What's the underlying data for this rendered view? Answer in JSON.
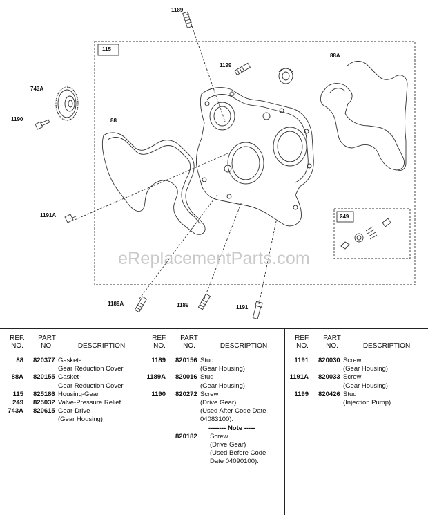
{
  "callouts": {
    "c1189_top": "1189",
    "c115": "115",
    "c1199": "1199",
    "c88A": "88A",
    "c743A": "743A",
    "c1190": "1190",
    "c88": "88",
    "c1191A": "1191A",
    "c249": "249",
    "c1189A": "1189A",
    "c1189_bottom": "1189",
    "c1191": "1191"
  },
  "watermark": "eReplacementParts.com",
  "table": {
    "headers": {
      "ref": [
        "REF.",
        "NO."
      ],
      "part": [
        "PART",
        "NO."
      ],
      "desc": "DESCRIPTION"
    },
    "columns": [
      {
        "rows": [
          {
            "ref": "88",
            "part": "820377",
            "desc": [
              "Gasket-",
              "Gear Reduction Cover"
            ]
          },
          {
            "ref": "88A",
            "part": "820155",
            "desc": [
              "Gasket-",
              "Gear Reduction Cover"
            ]
          },
          {
            "ref": "115",
            "part": "825186",
            "desc": [
              "Housing-Gear"
            ]
          },
          {
            "ref": "249",
            "part": "825032",
            "desc": [
              "Valve-Pressure Relief"
            ]
          },
          {
            "ref": "743A",
            "part": "820615",
            "desc": [
              "Gear-Drive",
              "(Gear Housing)"
            ]
          }
        ]
      },
      {
        "rows": [
          {
            "ref": "1189",
            "part": "820156",
            "desc": [
              "Stud",
              "(Gear Housing)"
            ]
          },
          {
            "ref": "1189A",
            "part": "820016",
            "desc": [
              "Stud",
              "(Gear Housing)"
            ]
          },
          {
            "ref": "1190",
            "part": "820272",
            "desc": [
              "Screw",
              "(Drive Gear)",
              "(Used After Code Date",
              "04083100)."
            ]
          }
        ],
        "note": "-------- Note -----",
        "note_row": {
          "part": "820182",
          "desc": [
            "Screw",
            "(Drive Gear)",
            "(Used Before Code",
            "Date 04090100)."
          ]
        }
      },
      {
        "rows": [
          {
            "ref": "1191",
            "part": "820030",
            "desc": [
              "Screw",
              "(Gear Housing)"
            ]
          },
          {
            "ref": "1191A",
            "part": "820033",
            "desc": [
              "Screw",
              "(Gear Housing)"
            ]
          },
          {
            "ref": "1199",
            "part": "820426",
            "desc": [
              "Stud",
              "(Injection Pump)"
            ]
          }
        ]
      }
    ]
  }
}
